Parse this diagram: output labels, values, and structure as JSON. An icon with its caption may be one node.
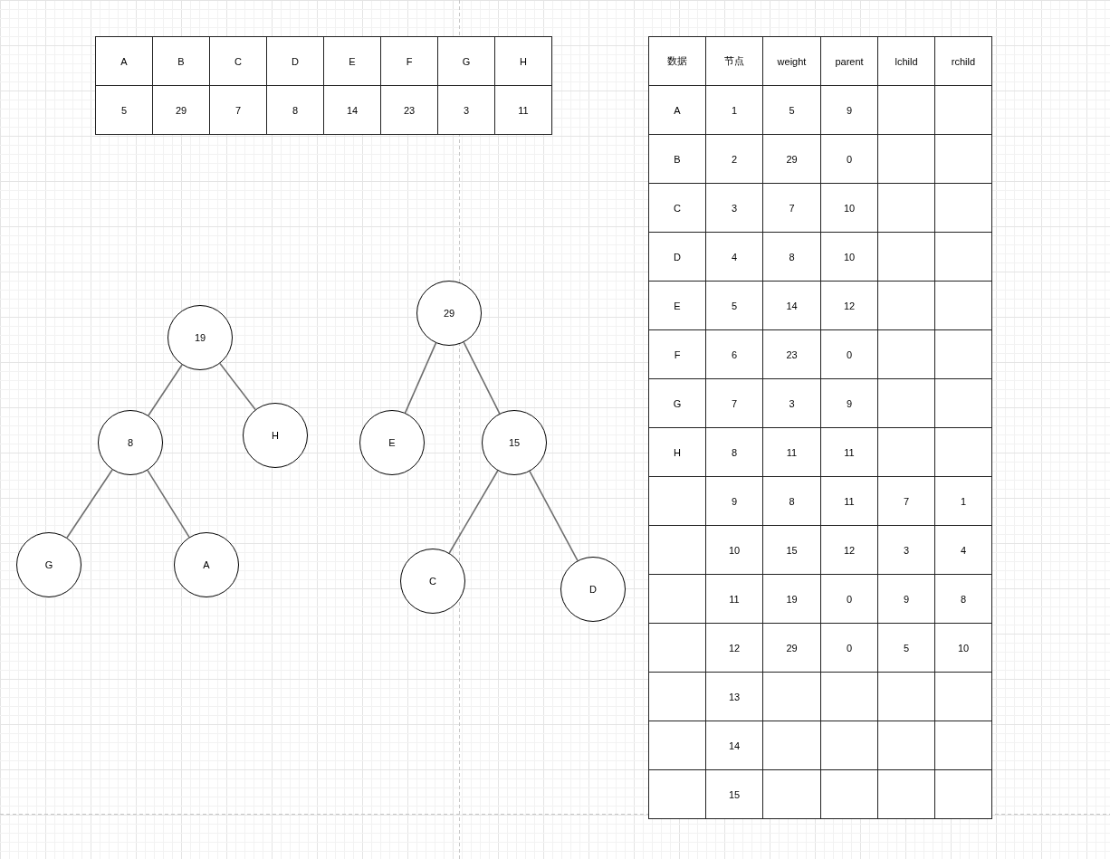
{
  "diagram": {
    "nodes": [
      {
        "text": [
          "19"
        ]
      },
      {
        "text": [
          "8"
        ]
      },
      {
        "text": [
          "H"
        ]
      },
      {
        "text": [
          "G"
        ]
      },
      {
        "text": [
          "A"
        ]
      },
      {
        "text": [
          "29"
        ]
      },
      {
        "text": [
          "E"
        ]
      },
      {
        "text": [
          "15"
        ]
      },
      {
        "text": [
          "C"
        ]
      },
      {
        "text": [
          "D"
        ]
      }
    ],
    "edges": [
      {
        "from": 0,
        "to": 1,
        "arrow": "none"
      },
      {
        "from": 0,
        "to": 2,
        "arrow": "none"
      },
      {
        "from": 1,
        "to": 3,
        "arrow": "none"
      },
      {
        "from": 1,
        "to": 4,
        "arrow": "none"
      },
      {
        "from": 5,
        "to": 6,
        "arrow": "none"
      },
      {
        "from": 5,
        "to": 7,
        "arrow": "none"
      },
      {
        "from": 7,
        "to": 8,
        "arrow": "none"
      },
      {
        "from": 7,
        "to": 9,
        "arrow": "none"
      }
    ],
    "labels": [
      "A",
      "B",
      "C",
      "D",
      "E",
      "F",
      "G",
      "H",
      "5",
      "29",
      "7",
      "8",
      "14",
      "23",
      "3",
      "11",
      "数据",
      "节点",
      "weight",
      "parent",
      "lchild",
      "rchild",
      "A",
      "1",
      "5",
      "9",
      "B",
      "2",
      "29",
      "0",
      "C",
      "3",
      "7",
      "10",
      "D",
      "4",
      "8",
      "10",
      "E",
      "5",
      "14",
      "12",
      "F",
      "6",
      "23",
      "0",
      "G",
      "7",
      "3",
      "9",
      "H",
      "8",
      "11",
      "11",
      "9",
      "8",
      "11",
      "7",
      "1",
      "10",
      "15",
      "12",
      "3",
      "4",
      "11",
      "19",
      "0",
      "9",
      "8",
      "12",
      "29",
      "0",
      "5",
      "10",
      "13",
      "14",
      "15"
    ]
  }
}
